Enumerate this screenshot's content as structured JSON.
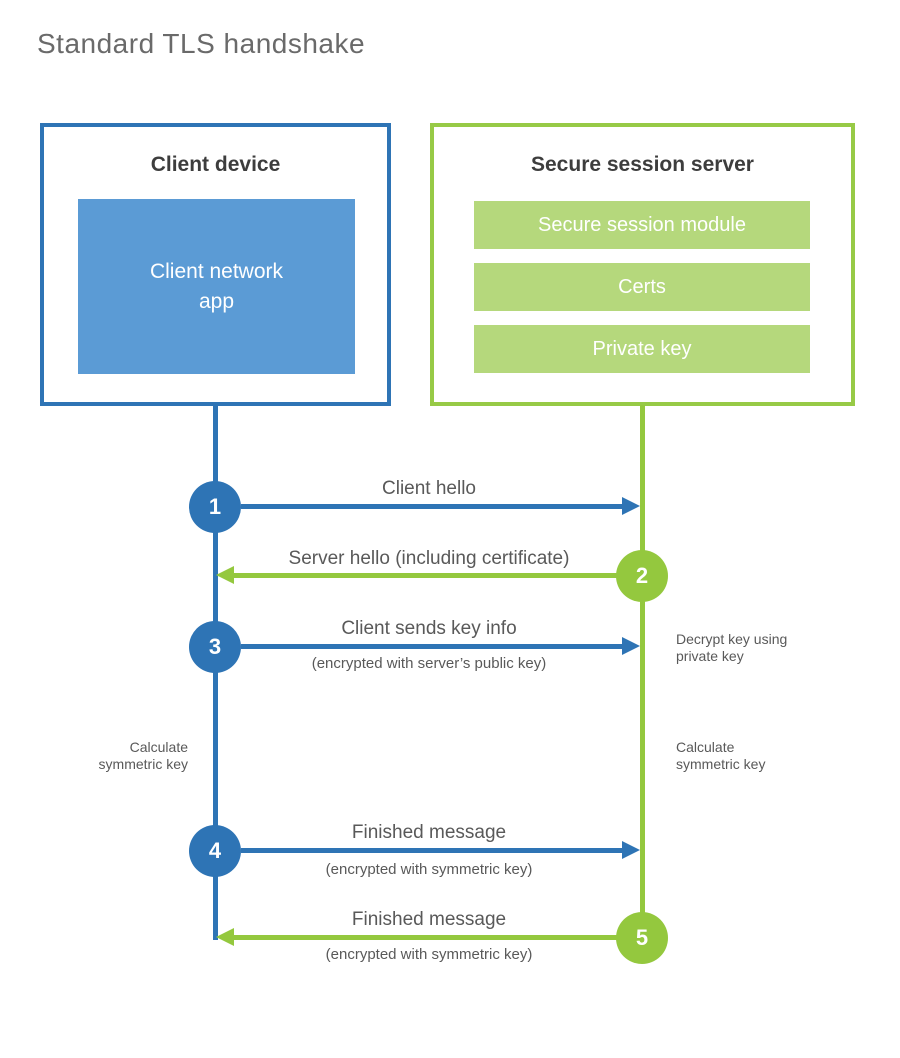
{
  "title": "Standard TLS handshake",
  "client": {
    "title": "Client device",
    "app_label": "Client network\napp"
  },
  "server": {
    "title": "Secure session server",
    "modules": [
      "Secure session module",
      "Certs",
      "Private key"
    ]
  },
  "steps": [
    {
      "num": "1",
      "label": "Client hello",
      "sublabel": "",
      "direction": "client-to-server"
    },
    {
      "num": "2",
      "label": "Server hello (including certificate)",
      "sublabel": "",
      "direction": "server-to-client"
    },
    {
      "num": "3",
      "label": "Client sends key info",
      "sublabel": "(encrypted with server’s public key)",
      "direction": "client-to-server"
    },
    {
      "num": "4",
      "label": "Finished message",
      "sublabel": "(encrypted with symmetric key)",
      "direction": "client-to-server"
    },
    {
      "num": "5",
      "label": "Finished message",
      "sublabel": "(encrypted with symmetric key)",
      "direction": "server-to-client"
    }
  ],
  "notes": {
    "decrypt": "Decrypt key using\nprivate key",
    "calc_left": "Calculate\nsymmetric key",
    "calc_right": "Calculate\nsymmetric key"
  },
  "colors": {
    "blue": "#2e74b5",
    "blue_fill": "#5b9bd5",
    "green": "#94c83e",
    "green_fill": "#b5d87c",
    "heading_text": "#3d3d3d",
    "label_text": "#595959",
    "title_text": "#6a6a6a"
  }
}
